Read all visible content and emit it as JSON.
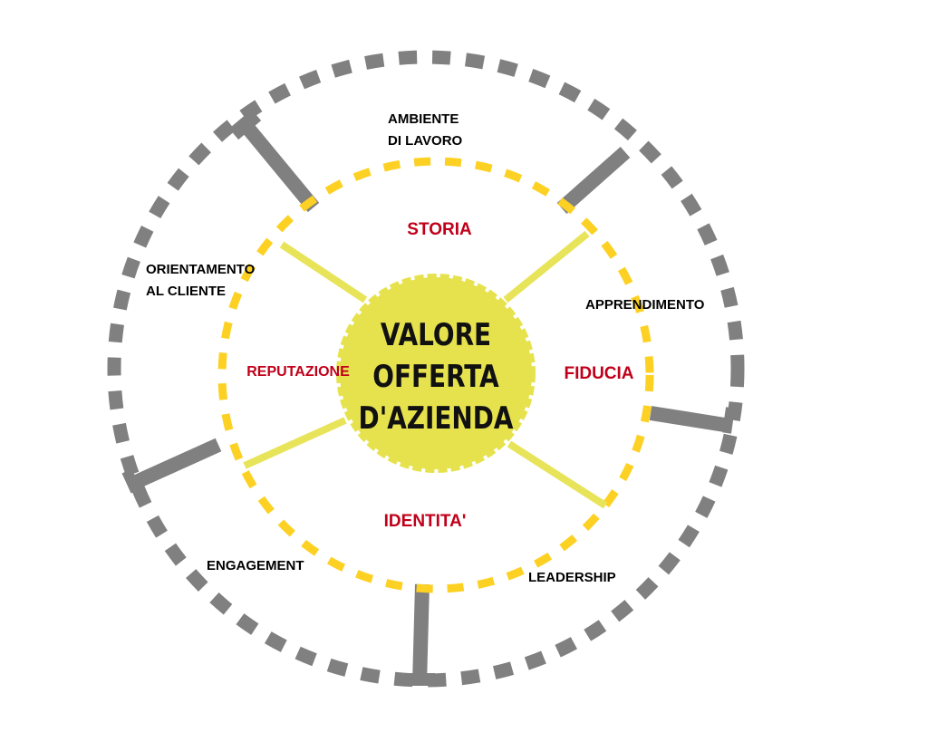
{
  "center": {
    "lines": [
      "VALORE",
      "OFFERTA",
      "D'AZIENDA"
    ]
  },
  "inner_ring": {
    "labels": {
      "top": "STORIA",
      "right": "FIDUCIA",
      "bottom": "IDENTITA'",
      "left": "REPUTAZIONE"
    }
  },
  "outer_ring": {
    "labels": {
      "top": [
        "AMBIENTE",
        "DI LAVORO"
      ],
      "right": "APPRENDIMENTO",
      "bottom_right": "LEADERSHIP",
      "bottom_left": "ENGAGEMENT",
      "left": [
        "ORIENTAMENTO",
        "AL CLIENTE"
      ]
    }
  },
  "colors": {
    "center_fill": "#e6e24d",
    "spoke": "#e8e45a",
    "inner_dash": "#fdd124",
    "outer_dash": "#808080",
    "divider": "#808080",
    "inner_label": "#c0001a",
    "outer_label": "#000000",
    "center_text": "#111111"
  }
}
